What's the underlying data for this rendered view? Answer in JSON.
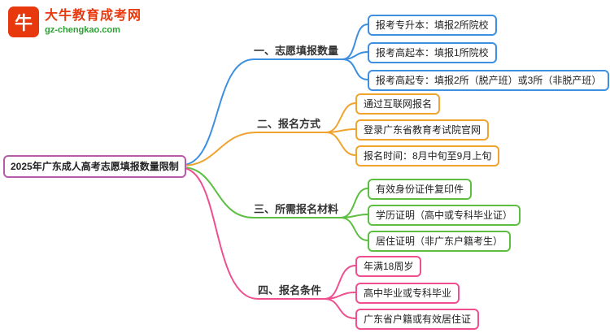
{
  "logo": {
    "mark": "牛",
    "title": "大牛教育成考网",
    "url": "gz-chengkao.com"
  },
  "mindmap": {
    "root": "2025年广东成人高考志愿填报数量限制",
    "colors": {
      "root": "#b55ba8",
      "branch1": "#3d8fe0",
      "branch2": "#f0a32f",
      "branch3": "#5dbf41",
      "branch4": "#ef4f8f"
    },
    "branches": [
      {
        "label": "一、志愿填报数量",
        "color": "#3d8fe0",
        "children": [
          "报考专升本：填报2所院校",
          "报考高起本：填报1所院校",
          "报考高起专：填报2所（脱产班）或3所（非脱产班）"
        ]
      },
      {
        "label": "二、报名方式",
        "color": "#f0a32f",
        "children": [
          "通过互联网报名",
          "登录广东省教育考试院官网",
          "报名时间：8月中旬至9月上旬"
        ]
      },
      {
        "label": "三、所需报名材料",
        "color": "#5dbf41",
        "children": [
          "有效身份证件复印件",
          "学历证明（高中或专科毕业证）",
          "居住证明（非广东户籍考生）"
        ]
      },
      {
        "label": "四、报名条件",
        "color": "#ef4f8f",
        "children": [
          "年满18周岁",
          "高中毕业或专科毕业",
          "广东省户籍或有效居住证"
        ]
      }
    ]
  }
}
